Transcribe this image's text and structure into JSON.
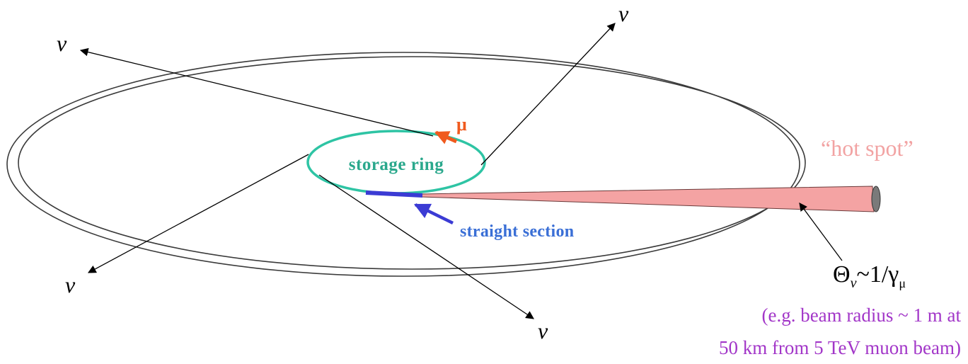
{
  "labels": {
    "nu": "ν",
    "mu": "μ",
    "storage_ring": "storage ring",
    "straight_section": "straight section",
    "hot_spot": "“hot spot”",
    "theta_main": "Θ",
    "theta_sub": "ν",
    "approx_part": "~1/γ",
    "gamma_sub": "μ",
    "note_line1": "(e.g. beam radius ~ 1 m at",
    "note_line2": "50 km from 5 TeV muon beam)"
  },
  "colors": {
    "line": "#000000",
    "outer_ring": "#3a3a3a",
    "storage_ring": "#2ec4a4",
    "storage_text": "#2aa88c",
    "straight": "#3b3bd4",
    "straight_text": "#3a6fd6",
    "muon": "#f05a1e",
    "beam_fill": "#f4a3a3",
    "hot_spot_text": "#f2a3a3",
    "note_text": "#a236c8",
    "end_cap": "#7a7a7a"
  }
}
